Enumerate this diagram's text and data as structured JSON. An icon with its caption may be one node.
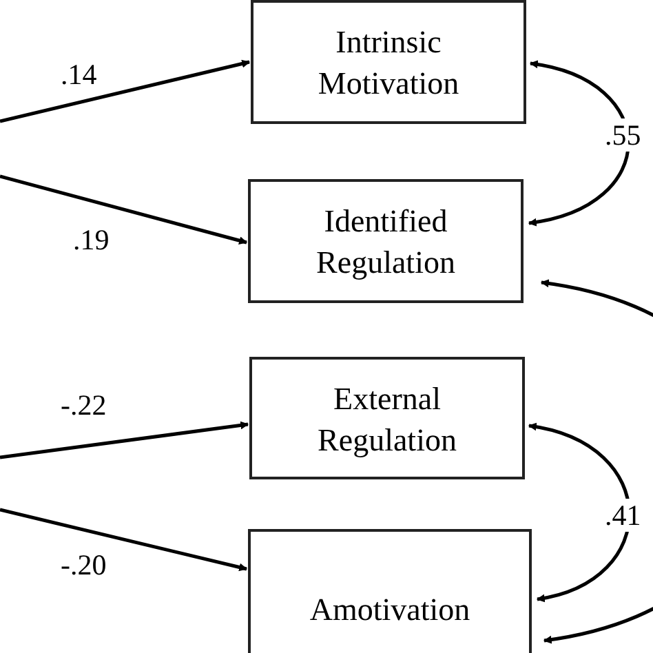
{
  "diagram": {
    "nodes": [
      {
        "text": [
          "Intrinsic Motivation"
        ]
      },
      {
        "text": [
          "Identified Regulation"
        ]
      },
      {
        "text": [
          "External Regulation"
        ]
      },
      {
        "text": [
          "Amotivation"
        ]
      }
    ],
    "edges": [
      {
        "from": null,
        "to": 0,
        "arrow": "to",
        "label": ".14"
      },
      {
        "from": null,
        "to": 1,
        "arrow": "to",
        "label": ".19"
      },
      {
        "from": null,
        "to": 2,
        "arrow": "to",
        "label": "-.22"
      },
      {
        "from": null,
        "to": 3,
        "arrow": "to",
        "label": "-.20"
      },
      {
        "from": 0,
        "to": 1,
        "arrow": "both",
        "label": ".55"
      },
      {
        "from": 2,
        "to": 3,
        "arrow": "both",
        "label": ".41"
      },
      {
        "from": 1,
        "to": 3,
        "arrow": "both"
      }
    ]
  }
}
